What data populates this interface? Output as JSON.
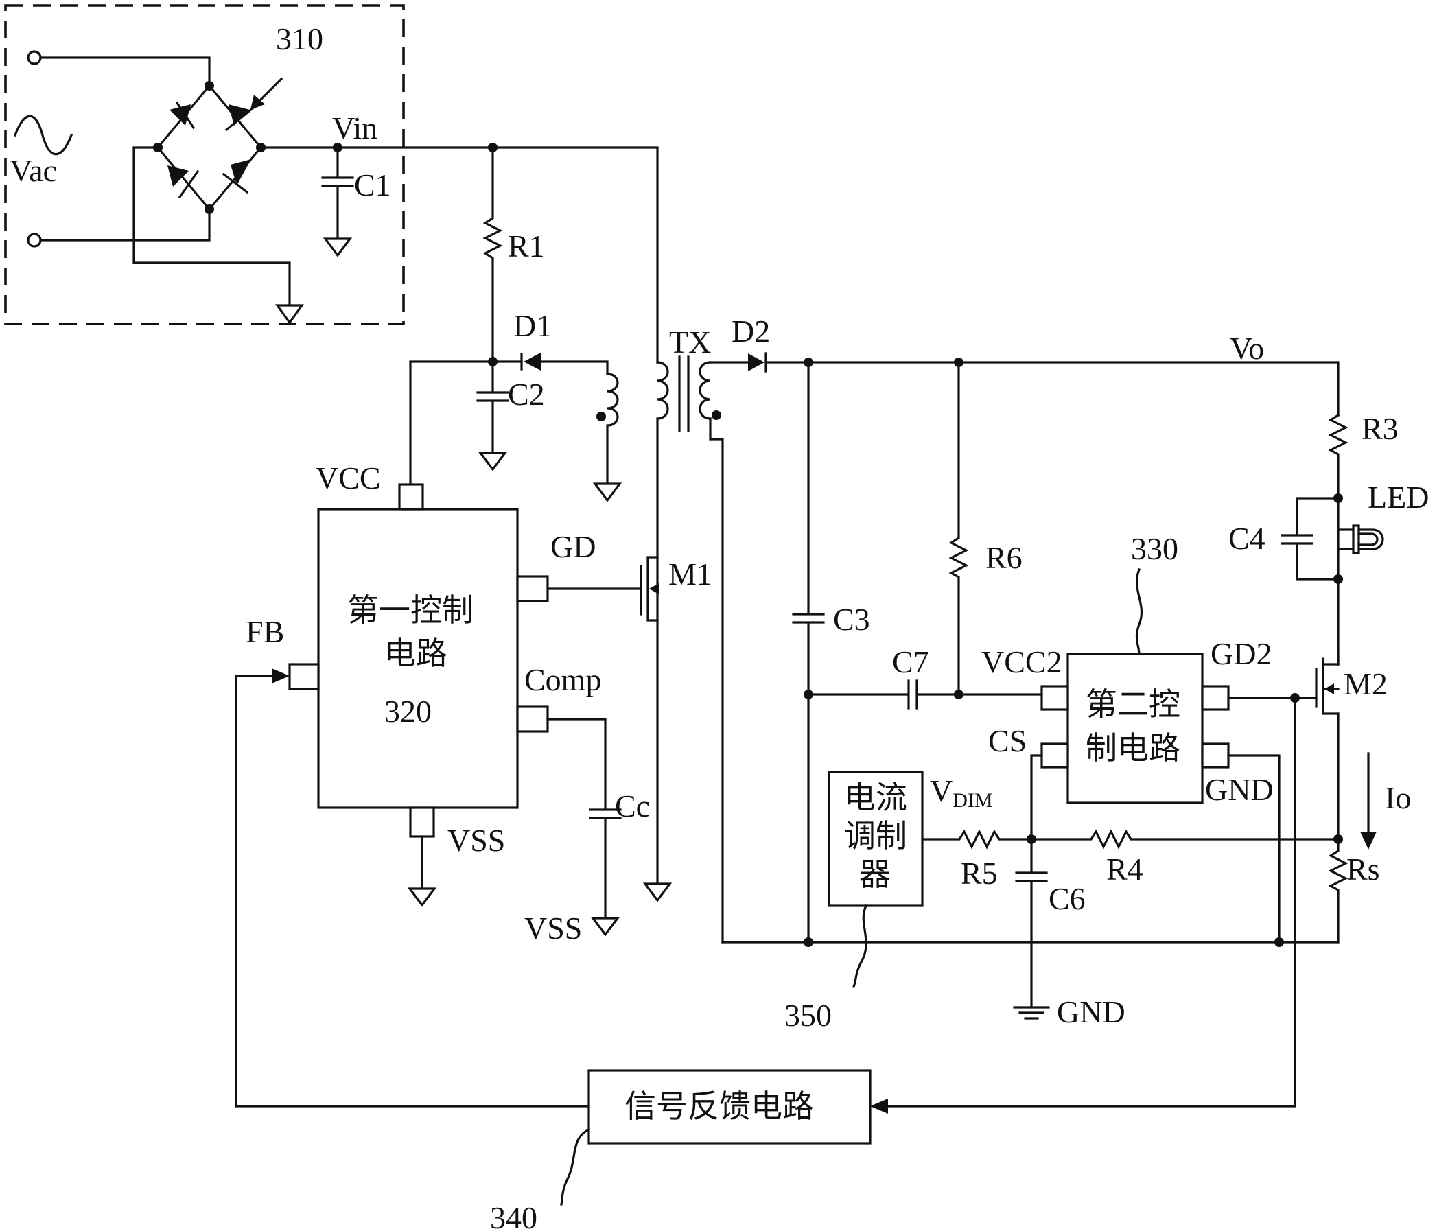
{
  "labels": {
    "ref_310": "310",
    "vac": "Vac",
    "vin": "Vin",
    "c1": "C1",
    "r1": "R1",
    "d1": "D1",
    "c2": "C2",
    "tx": "TX",
    "d2": "D2",
    "vo": "Vo",
    "r3": "R3",
    "led": "LED",
    "c4": "C4",
    "vcc": "VCC",
    "gd": "GD",
    "m1": "M1",
    "fb": "FB",
    "ctrl1_line1": "第一控制",
    "ctrl1_line2": "电路",
    "ref_320": "320",
    "comp": "Comp",
    "cc": "Cc",
    "vss": "VSS",
    "vss2": "VSS",
    "c3": "C3",
    "r6": "R6",
    "ref_330": "330",
    "c7": "C7",
    "vcc2": "VCC2",
    "gd2": "GD2",
    "m2": "M2",
    "ctrl2_line1": "第二控",
    "ctrl2_line2": "制电路",
    "cs": "CS",
    "gnd_pin": "GND",
    "io": "Io",
    "mod_line1": "电流",
    "mod_line2": "调制",
    "mod_line3": "器",
    "vdim_main": "V",
    "vdim_sub": "DIM",
    "r5": "R5",
    "r4": "R4",
    "c6": "C6",
    "rs": "Rs",
    "ref_350": "350",
    "gnd_bottom": "GND",
    "feedback": "信号反馈电路",
    "ref_340": "340"
  }
}
